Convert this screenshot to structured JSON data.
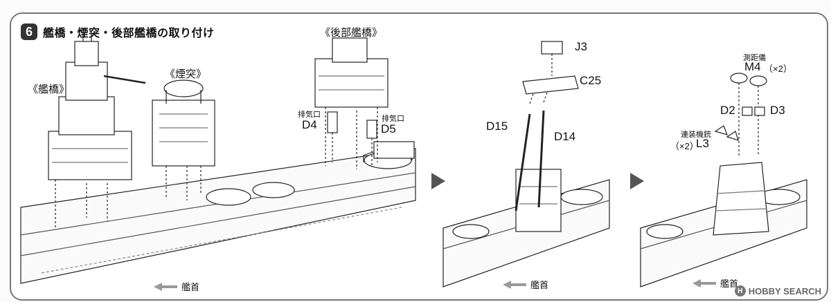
{
  "step": {
    "number": "6",
    "title": "艦橋・煙突・後部艦橋の取り付け"
  },
  "groups": {
    "bridge": "《艦橋》",
    "funnel": "《煙突》",
    "rear_bridge": "《後部艦橋》"
  },
  "parts": {
    "exhaust_left_caption": "排気口",
    "exhaust_left_code": "D4",
    "exhaust_right_caption": "排気口",
    "exhaust_right_code": "D5",
    "j3": "J3",
    "c25": "C25",
    "d15": "D15",
    "d14": "D14",
    "rangefinder_caption": "測距儀",
    "m4": "M4",
    "m4_qty": "（×2）",
    "d2": "D2",
    "d3": "D3",
    "mg_caption": "連装機銃",
    "l3_qty": "（×2）",
    "l3": "L3"
  },
  "bow": {
    "label1": "艦首",
    "label2": "艦首",
    "label3": "艦首"
  },
  "watermark": {
    "text": "HOBBY SEARCH",
    "logo_char": "H"
  }
}
